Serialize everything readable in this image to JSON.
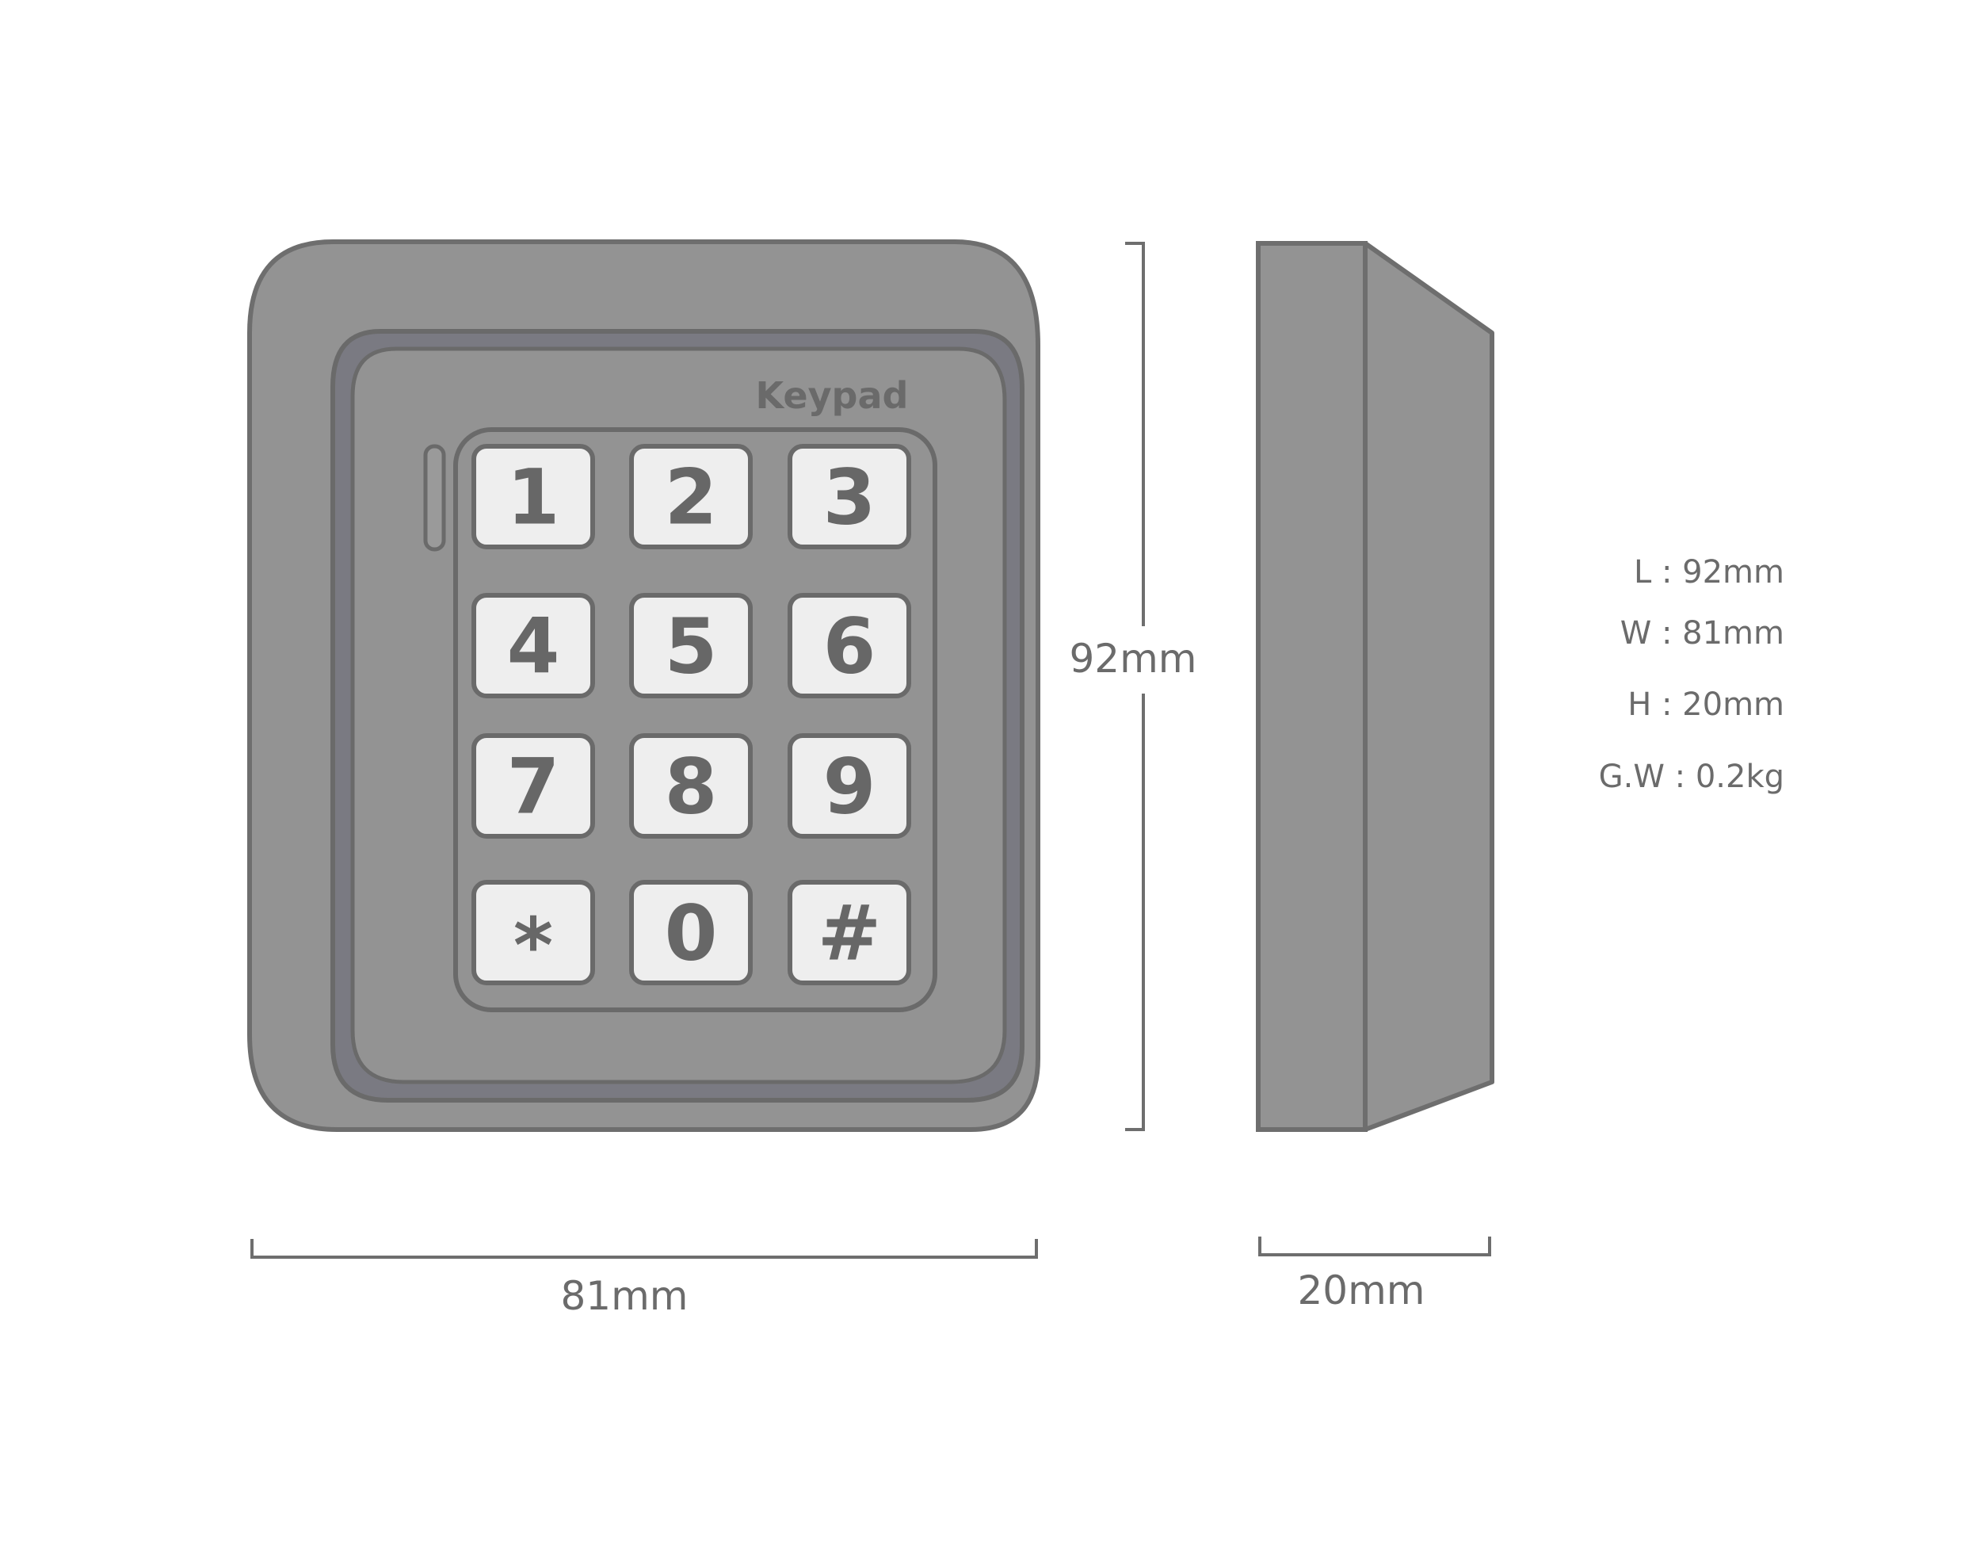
{
  "device": {
    "brand_label": "Keypad",
    "keys": [
      "1",
      "2",
      "3",
      "4",
      "5",
      "6",
      "7",
      "8",
      "9",
      "*",
      "0",
      "#"
    ]
  },
  "dimensions": {
    "height_label": "92mm",
    "width_label": "81mm",
    "depth_label": "20mm"
  },
  "specs": [
    {
      "label": "L",
      "value": "92mm"
    },
    {
      "label": "W",
      "value": "81mm"
    },
    {
      "label": "H",
      "value": "20mm"
    },
    {
      "label": "G.W",
      "value": "0.2kg"
    }
  ],
  "colors": {
    "body": "#939393",
    "outline": "#6e6e6e",
    "bezel": "#7a7a82",
    "key_face": "#eeeeee",
    "text": "#6b6b6b"
  }
}
